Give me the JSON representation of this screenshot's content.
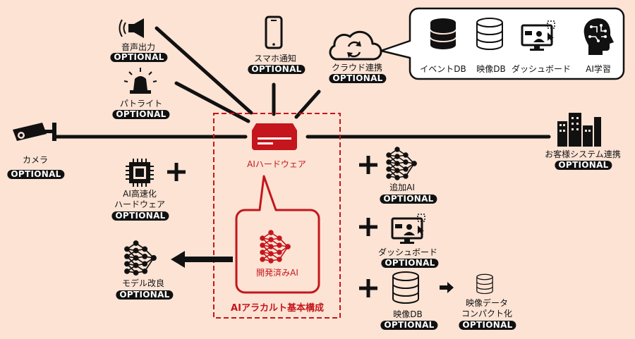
{
  "hardware": {
    "label": "AIハードウェア"
  },
  "developed_ai": {
    "label": "開発済みAI"
  },
  "basic_config": {
    "label": "AIアラカルト基本構成"
  },
  "badge": "OPTIONAL",
  "options": {
    "speaker": {
      "label": "音声出力"
    },
    "patlite": {
      "label": "パトライト"
    },
    "camera": {
      "label": "カメラ"
    },
    "smartphone": {
      "label": "スマホ通知"
    },
    "cloud": {
      "label": "クラウド連携"
    },
    "customer": {
      "label": "お客様システム連携"
    },
    "accelerator": {
      "line1": "AI高速化",
      "line2": "ハードウェア"
    },
    "model": {
      "label": "モデル改良"
    },
    "additional_ai": {
      "label": "追加AI"
    },
    "dashboard": {
      "label": "ダッシュボード"
    },
    "video_db": {
      "label": "映像DB"
    },
    "compact": {
      "line1": "映像データ",
      "line2": "コンパクト化"
    }
  },
  "cloud_services": {
    "event_db": "イベントDB",
    "video_db": "映像DB",
    "dashboard": "ダッシュボード",
    "ai_learning": "AI学習"
  },
  "colors": {
    "accent": "#c4161c",
    "background": "#fce3d4",
    "ink": "#111111"
  }
}
